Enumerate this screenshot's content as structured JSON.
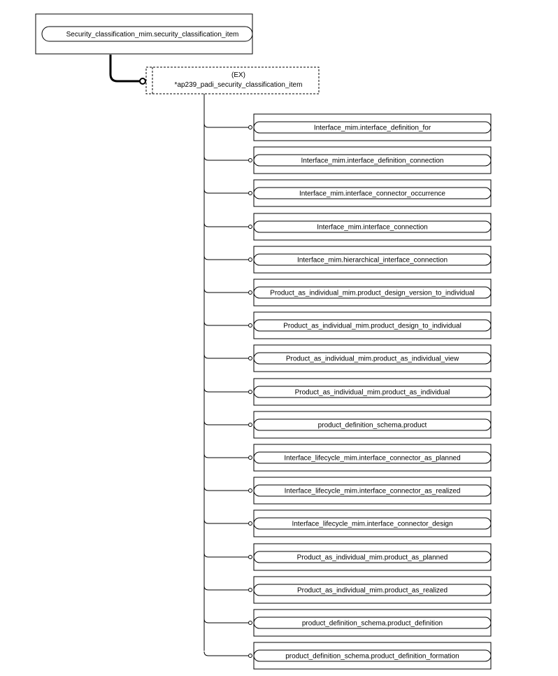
{
  "root": {
    "label": "Security_classification_mim.security_classification_item"
  },
  "extension": {
    "tag": "(EX)",
    "label": "*ap239_padi_security_classification_item"
  },
  "items": [
    "Interface_mim.interface_definition_for",
    "Interface_mim.interface_definition_connection",
    "Interface_mim.interface_connector_occurrence",
    "Interface_mim.interface_connection",
    "Interface_mim.hierarchical_interface_connection",
    "Product_as_individual_mim.product_design_version_to_individual",
    "Product_as_individual_mim.product_design_to_individual",
    "Product_as_individual_mim.product_as_individual_view",
    "Product_as_individual_mim.product_as_individual",
    "product_definition_schema.product",
    "Interface_lifecycle_mim.interface_connector_as_planned",
    "Interface_lifecycle_mim.interface_connector_as_realized",
    "Interface_lifecycle_mim.interface_connector_design",
    "Product_as_individual_mim.product_as_planned",
    "Product_as_individual_mim.product_as_realized",
    "product_definition_schema.product_definition",
    "product_definition_schema.product_definition_formation"
  ]
}
